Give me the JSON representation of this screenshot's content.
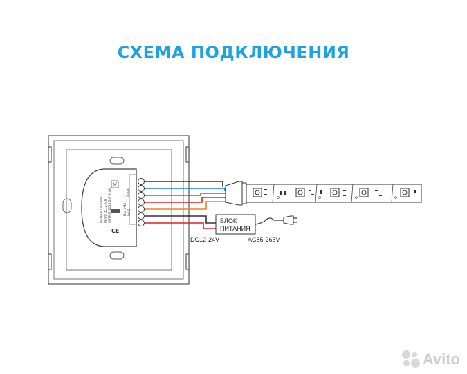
{
  "title": "СХЕМА ПОДКЛЮЧЕНИЯ",
  "controller": {
    "line1": "LED RGB Controller",
    "line2": "INPUT: DC12-24V",
    "line3": "OUTPUT: DC12-24V 3*4A",
    "line4": "Max 4*4A",
    "line5": "RoHS",
    "terminal_label_top": "Output",
    "marks": "CE"
  },
  "power_block": {
    "line1": "БЛОК",
    "line2": "ПИТАНИЯ"
  },
  "labels": {
    "dc": "DC12-24V",
    "ac": "AC85-265V"
  },
  "wires": {
    "blue": "#1a7fd1",
    "green": "#2e9a3a",
    "red": "#e02020",
    "orange": "#f08020",
    "black": "#333333"
  },
  "watermark": {
    "text": "Avito"
  }
}
